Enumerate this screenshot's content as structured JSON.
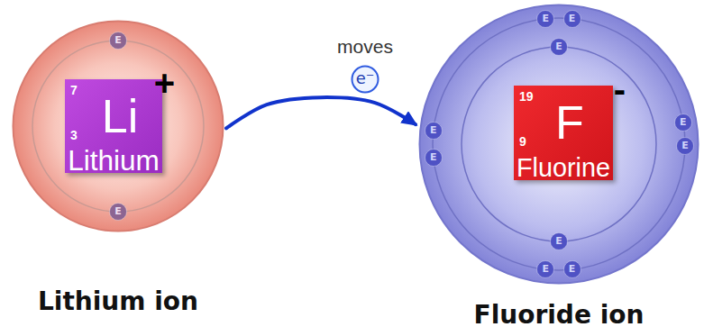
{
  "diagram": {
    "nodes": [
      {
        "text": [
          "Lithium ion"
        ]
      },
      {
        "text": [
          "E"
        ],
        "in": 0
      },
      {
        "text": [
          "7",
          "+",
          "Li",
          "3",
          "Lithium"
        ],
        "in": 0
      },
      {
        "text": [
          "E"
        ],
        "in": 0
      },
      {
        "text": [
          "e⁻"
        ]
      },
      {
        "text": [
          "Fluoride ion"
        ]
      },
      {
        "text": [
          "E"
        ],
        "in": 5
      },
      {
        "text": [
          "E"
        ],
        "in": 5
      },
      {
        "text": [
          "E"
        ],
        "in": 5
      },
      {
        "text": [
          "19",
          "-",
          "F",
          "9",
          "Fluorine"
        ],
        "in": 5
      },
      {
        "text": [
          "E"
        ],
        "in": 5
      },
      {
        "text": [
          "E"
        ],
        "in": 5
      },
      {
        "text": [
          "E"
        ],
        "in": 5
      },
      {
        "text": [
          "E"
        ],
        "in": 5
      },
      {
        "text": [
          "E"
        ],
        "in": 5
      },
      {
        "text": [
          "E"
        ],
        "in": 5
      },
      {
        "text": [
          "E"
        ],
        "in": 5
      }
    ],
    "edges": [
      {
        "from": 0,
        "to": 5,
        "arrow": "to",
        "label": "moves"
      }
    ]
  }
}
